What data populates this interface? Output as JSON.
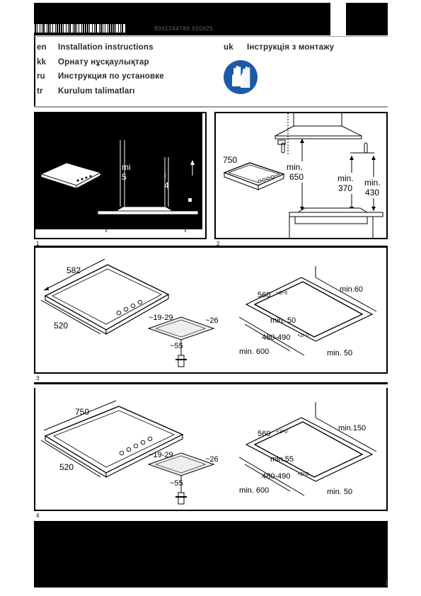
{
  "header": {
    "serial": "9001244780 020925"
  },
  "languages": [
    {
      "code": "en",
      "title": "Installation instructions"
    },
    {
      "code": "kk",
      "title": "Орнату нұсқаулықтар"
    },
    {
      "code": "ru",
      "title": "Инструкция по установке"
    },
    {
      "code": "tr",
      "title": "Kurulum talimatları"
    },
    {
      "code": "uk",
      "title": "Інструкція з монтажу"
    }
  ],
  "icons": {
    "safety": "protective-gloves-icon"
  },
  "figures": {
    "fig1": {
      "label": "1",
      "mins": [
        "mi",
        "5",
        "i",
        "4"
      ]
    },
    "fig2": {
      "label": "2",
      "width": "750",
      "min": "min.",
      "v1": "650",
      "v2": "370",
      "v3": "430"
    },
    "fig3": {
      "label": "3",
      "w": "582",
      "d": "520",
      "a": "~19-29",
      "b": "~26",
      "c": "~55",
      "cut_w": "560",
      "cut_w_tol": "+2/-0",
      "cut_d": "480-490",
      "cut_d_tol": "+2/-0",
      "min_a": "min.60",
      "min_b": "min. 50",
      "min_c": "min. 600",
      "min_d": "min. 50"
    },
    "fig4": {
      "label": "4",
      "w": "750",
      "d": "520",
      "a": "~19-29",
      "b": "~26",
      "c": "~55",
      "cut_w": "560",
      "cut_w_tol": "+2/-0",
      "cut_d": "480-490",
      "cut_d_tol": "+2/-0",
      "min_a": "min.150",
      "min_b": "min.55",
      "min_c": "min. 600",
      "min_d": "min. 50"
    }
  },
  "footer": {
    "page": "1"
  }
}
